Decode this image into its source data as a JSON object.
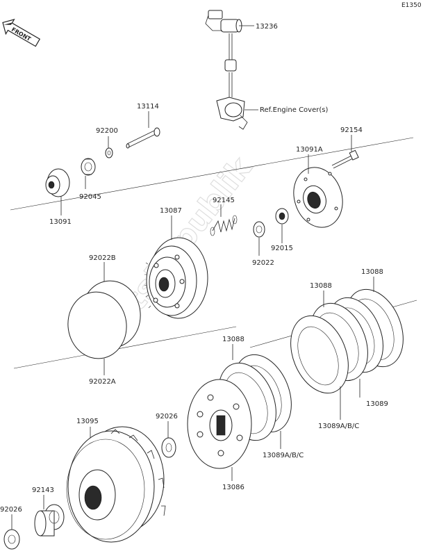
{
  "diagram_code": "E1350",
  "front_label": "FRONT",
  "watermark": "PartsRepublik",
  "ref_note": "Ref.Engine Cover(s)",
  "parts": {
    "p13236": "13236",
    "p13114": "13114",
    "p92200": "92200",
    "p92045": "92045",
    "p13091": "13091",
    "p92154": "92154",
    "p13091A": "13091A",
    "p13087": "13087",
    "p92145": "92145",
    "p92015": "92015",
    "p92022": "92022",
    "p92022B": "92022B",
    "p92022A": "92022A",
    "p13088a": "13088",
    "p13088b": "13088",
    "p13088c": "13088",
    "p13089": "13089",
    "p13089ABC_a": "13089A/B/C",
    "p13089ABC_b": "13089A/B/C",
    "p13086": "13086",
    "p92026a": "92026",
    "p92026b": "92026",
    "p13095": "13095",
    "p92143": "92143"
  }
}
